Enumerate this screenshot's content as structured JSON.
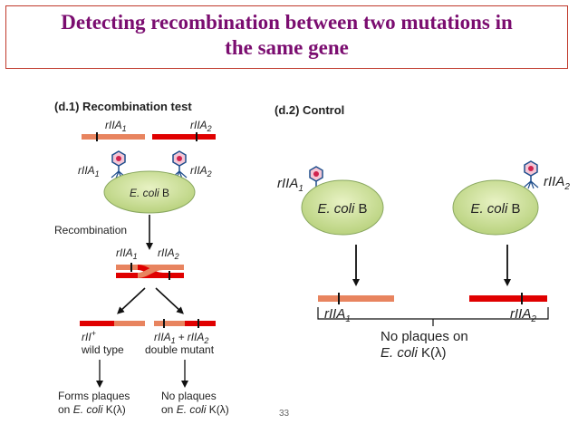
{
  "title": {
    "line1": "Detecting recombination between two mutations in",
    "line2": "the same gene"
  },
  "panel_d1": {
    "heading": "(d.1)  Recombination test",
    "gene_left": "rIIA",
    "gene_left_sub": "1",
    "gene_right": "rIIA",
    "gene_right_sub": "2",
    "phage_left": "rIIA",
    "phage_left_sub": "1",
    "phage_right": "rIIA",
    "phage_right_sub": "2",
    "host": "E. coli",
    "host_strain": "B",
    "recombination_label": "Recombination",
    "cross_left": "rIIA",
    "cross_left_sub": "1",
    "cross_right": "rIIA",
    "cross_right_sub": "2",
    "product_left_gene": "rII",
    "product_left_sup": "+",
    "product_left_name": "wild type",
    "product_right_gene_a": "rIIA",
    "product_right_sub_a": "1",
    "product_right_plus": "+",
    "product_right_gene_b": "rIIA",
    "product_right_sub_b": "2",
    "product_right_name": "double mutant",
    "outcome_left_1": "Forms plaques",
    "outcome_left_2_prefix": "on ",
    "outcome_left_2_host": "E. coli",
    "outcome_left_2_strain": "K(λ)",
    "outcome_right_1": "No plaques",
    "outcome_right_2_prefix": "on ",
    "outcome_right_2_host": "E. coli",
    "outcome_right_2_strain": "K(λ)"
  },
  "panel_d2": {
    "heading": "(d.2)  Control",
    "phage_left": "rIIA",
    "phage_left_sub": "1",
    "phage_right": "rIIA",
    "phage_right_sub": "2",
    "host": "E. coli",
    "host_strain": "B",
    "gene_left": "rIIA",
    "gene_left_sub": "1",
    "gene_right": "rIIA",
    "gene_right_sub": "2",
    "outcome_1": "No plaques on",
    "outcome_2_host": "E. coli",
    "outcome_2_strain": "K(λ)"
  },
  "slide_number": "33",
  "colors": {
    "title": "#7b0d70",
    "border": "#c0392b",
    "gene_light": "#e8845f",
    "gene_dark": "#e00000",
    "cell_fill": "#d4e6a0",
    "cell_stroke": "#8aa860",
    "phage": "#1f4e8c"
  }
}
